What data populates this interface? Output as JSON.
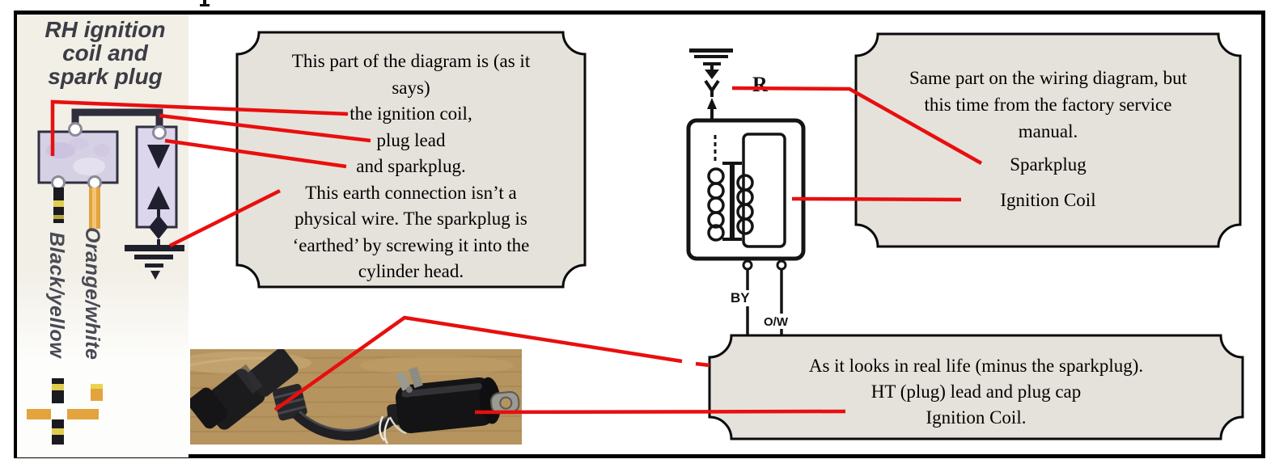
{
  "colors": {
    "annotation_red": "#e80f0f",
    "callout_fill": "#e5e2db",
    "callout_border": "#0a0a0a",
    "scan_background": "#f2efe7",
    "coil_fill": "#d6d0e5",
    "plug_fill": "#dcd6ec",
    "orange_wire": "#e3a33d",
    "yellow_band": "#e0cc4e",
    "diagram_ink": "#2e2e3c",
    "photo_cardboard": "#b6945f"
  },
  "left_panel": {
    "title_lines": [
      "RH ignition",
      "coil and",
      "spark plug"
    ],
    "wire_labels": {
      "left": "Black/yellow",
      "right": "Orange/white"
    }
  },
  "service_diagram": {
    "labels": {
      "resistor": "R",
      "wire_left": "BY",
      "wire_right": "O/W"
    }
  },
  "callouts": {
    "diagram_explainer": {
      "lines": [
        "This part of the diagram is (as it",
        "says)",
        "the ignition coil,",
        "plug lead",
        "and sparkplug.",
        "This earth connection isn’t a",
        "physical wire. The sparkplug is",
        "‘earthed’ by screwing it into the",
        "cylinder head."
      ]
    },
    "factory_manual": {
      "paragraph_lines": [
        "Same part on the wiring diagram, but",
        "this time from the factory service",
        "manual."
      ],
      "label_sparkplug": "Sparkplug",
      "label_ignition_coil": "Ignition Coil"
    },
    "real_life": {
      "lines": [
        "As it looks in real life (minus the sparkplug).",
        "HT (plug) lead and plug cap",
        "Ignition Coil."
      ]
    }
  }
}
